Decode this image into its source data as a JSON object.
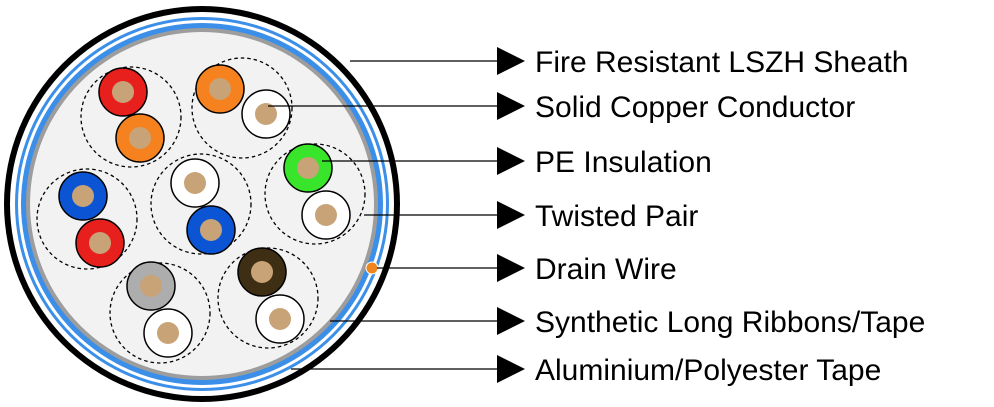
{
  "labels": [
    {
      "id": "sheath",
      "text": "Fire Resistant LSZH Sheath"
    },
    {
      "id": "conductor",
      "text": "Solid Copper Conductor"
    },
    {
      "id": "insulation",
      "text": "PE Insulation"
    },
    {
      "id": "twisted-pair",
      "text": "Twisted Pair"
    },
    {
      "id": "drain-wire",
      "text": "Drain Wire"
    },
    {
      "id": "ribbons",
      "text": "Synthetic Long Ribbons/Tape"
    },
    {
      "id": "foil",
      "text": "Aluminium/Polyester Tape"
    }
  ],
  "colors": {
    "sheath_ring": "#000000",
    "foil_tape": "#3b8fe8",
    "ribbon_tape": "#9d9d9d",
    "fill": "#f2f2f2",
    "copper": "#c8a377",
    "drain_wire": "#f0861e",
    "pair_outline": "#000000",
    "red": "#e8201d",
    "orange": "#f5821e",
    "blue": "#0b55d4",
    "green": "#39e52b",
    "brown": "#3e2e14",
    "grey": "#adadad",
    "white": "#ffffff"
  }
}
